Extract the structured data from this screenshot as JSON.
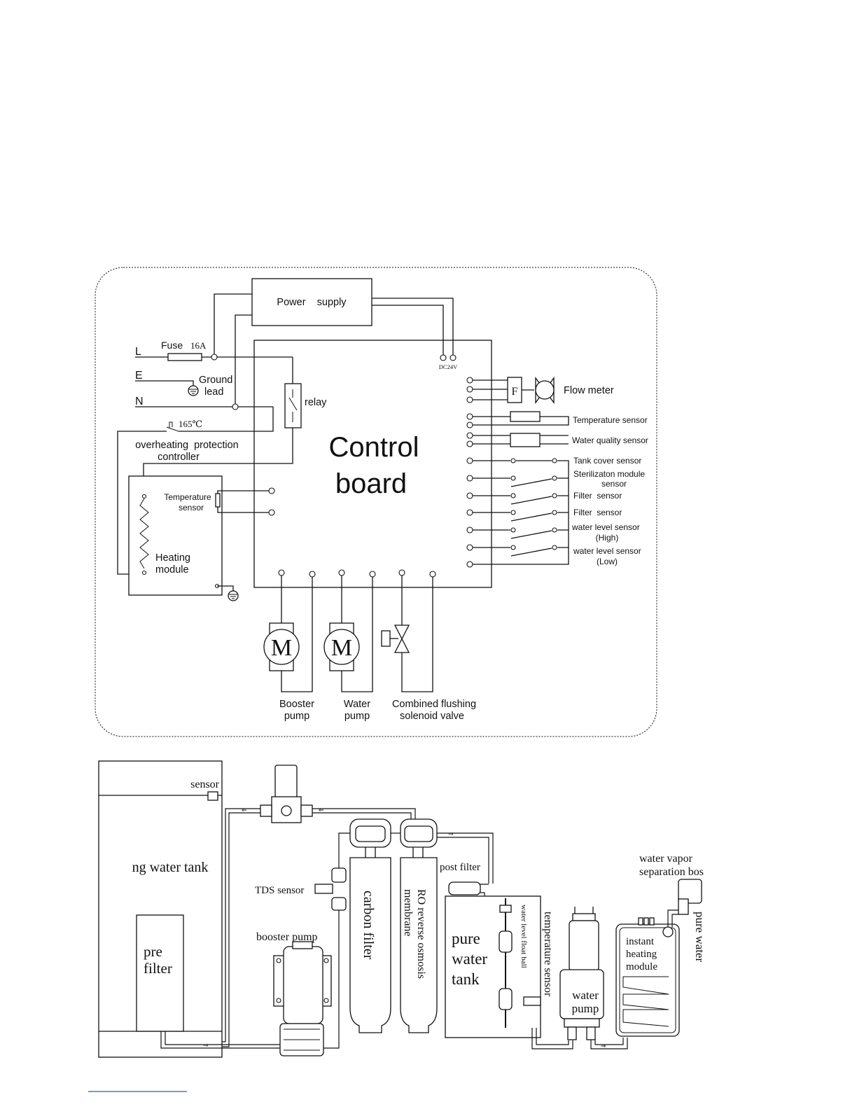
{
  "wiring": {
    "power_supply": "Power    supply",
    "dc_label": "DC24V",
    "line_l": "L",
    "line_e": "E",
    "line_n": "N",
    "fuse": "Fuse",
    "fuse_rating": "16A",
    "ground_lead_1": "Ground",
    "ground_lead_2": "lead",
    "relay": "relay",
    "overheat_temp": "165℃",
    "overheat_1": "overheating  protection",
    "overheat_2": "controller",
    "control_board_1": "Control",
    "control_board_2": "board",
    "temp_sensor_1": "Temperature",
    "temp_sensor_2": "sensor",
    "heating_1": "Heating",
    "heating_2": "module",
    "flow_f": "F",
    "flow_meter": "Flow meter",
    "temperature_sensor": "Temperature sensor",
    "water_quality_sensor": "Water quality sensor",
    "tank_cover_sensor": "Tank cover sensor",
    "sterilization_1": "Sterilizaton module",
    "sterilization_2": "sensor",
    "filter_sensor_1": "Filter  sensor",
    "filter_sensor_2": "Filter  sensor",
    "level_high_1": "water level sensor",
    "level_high_2": "(High)",
    "level_low_1": "water level sensor",
    "level_low_2": "(Low)",
    "motor_symbol": "M",
    "booster_1": "Booster",
    "booster_2": "pump",
    "water_pump_1": "Water",
    "water_pump_2": "pump",
    "valve_1": "Combined flushing",
    "valve_2": "solenoid valve"
  },
  "plumbing": {
    "sensor": "sensor",
    "raw_tank": "ng water tank",
    "pre_filter_1": "pre",
    "pre_filter_2": "filter",
    "tds_sensor": "TDS sensor",
    "booster_pump": "booster pump",
    "carbon_filter": "carbon filter",
    "ro_1": "RO reverse osmosis",
    "ro_2": "membrane",
    "post_filter": "post filter",
    "pure_tank_1": "pure",
    "pure_tank_2": "water",
    "pure_tank_3": "tank",
    "float_ball": "water level float ball",
    "temperature_sensor": "temperature sensor",
    "water_pump_1": "water",
    "water_pump_2": "pump",
    "instant_1": "instant",
    "instant_2": "heating",
    "instant_3": "module",
    "vapor_1": "water vapor",
    "vapor_2": "separation bos",
    "pure_water": "pure water"
  }
}
